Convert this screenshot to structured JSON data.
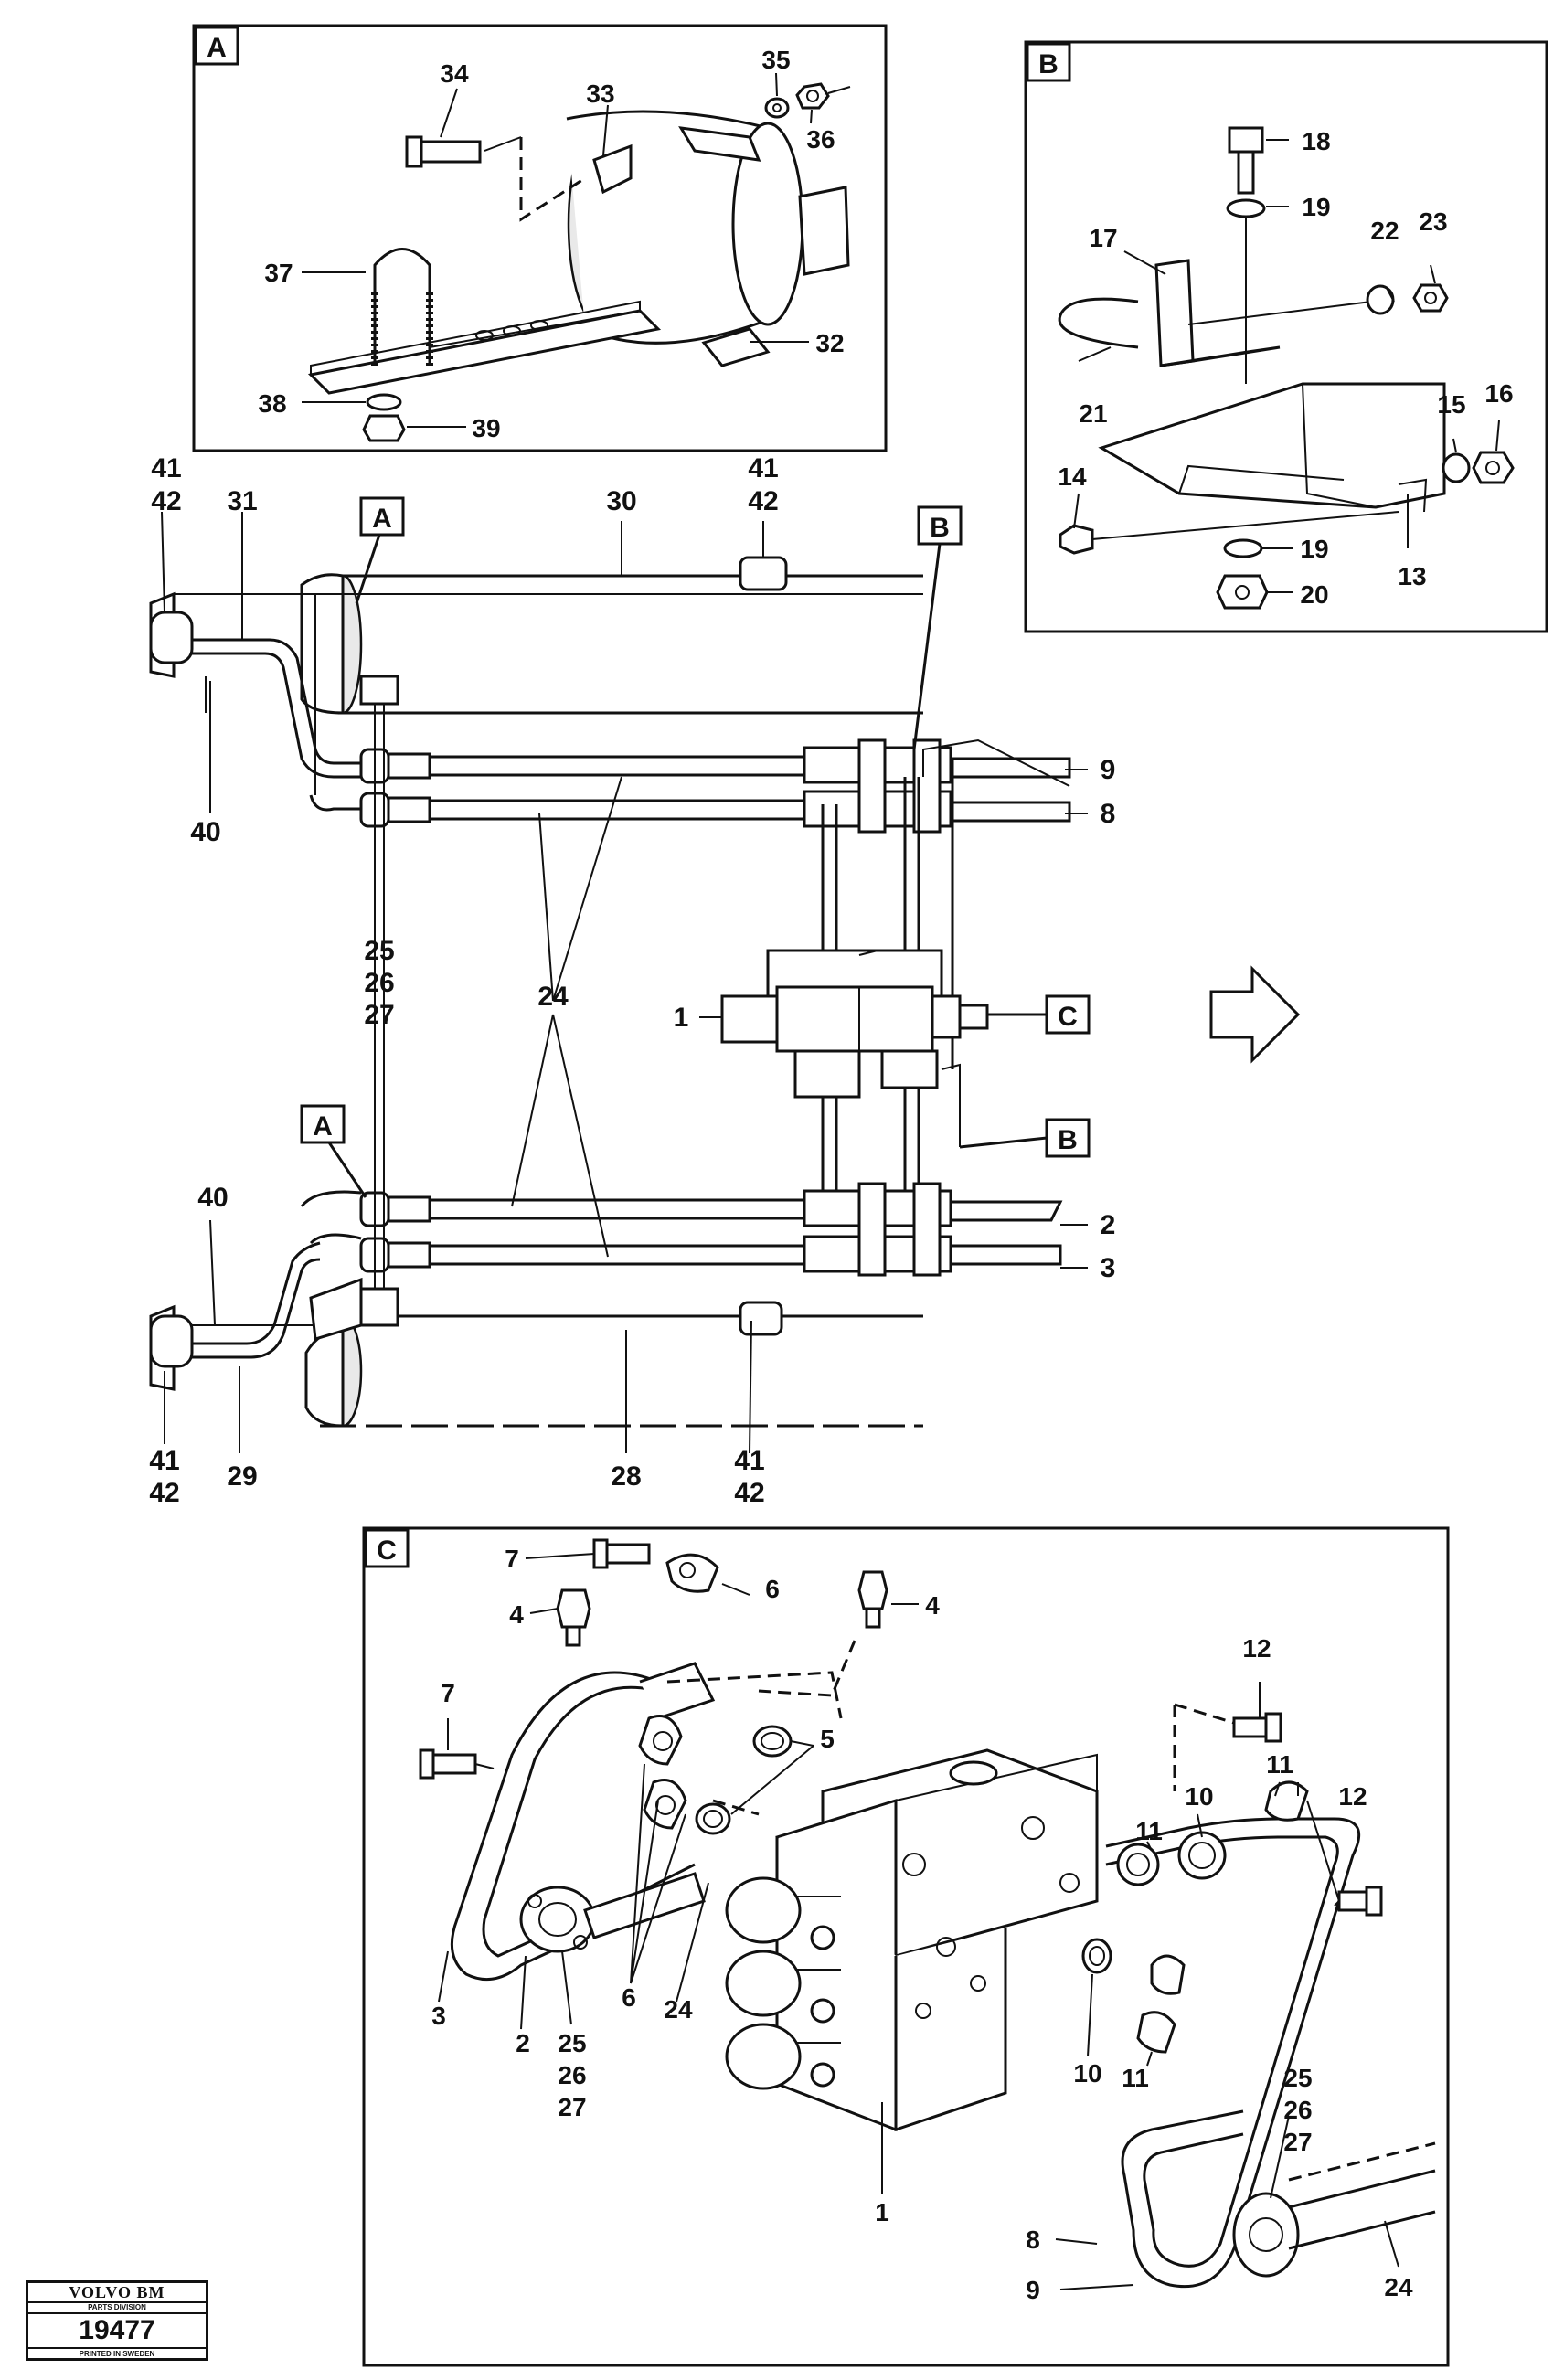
{
  "details": {
    "a": "A",
    "b": "B",
    "c": "C"
  },
  "labels": {
    "n1": "1",
    "n2": "2",
    "n3": "3",
    "n4": "4",
    "n5": "5",
    "n6": "6",
    "n7": "7",
    "n8": "8",
    "n9": "9",
    "n10": "10",
    "n11": "11",
    "n12": "12",
    "n13": "13",
    "n14": "14",
    "n15": "15",
    "n16": "16",
    "n17": "17",
    "n18": "18",
    "n19": "19",
    "n20": "20",
    "n21": "21",
    "n22": "22",
    "n23": "23",
    "n24": "24",
    "n25": "25",
    "n26": "26",
    "n27": "27",
    "n28": "28",
    "n29": "29",
    "n30": "30",
    "n31": "31",
    "n32": "32",
    "n33": "33",
    "n34": "34",
    "n35": "35",
    "n36": "36",
    "n37": "37",
    "n38": "38",
    "n39": "39",
    "n40": "40",
    "n41": "41",
    "n42": "42"
  },
  "logo": {
    "brand": "VOLVO BM",
    "division": "PARTS DIVISION",
    "number": "19477",
    "printed": "PRINTED IN SWEDEN"
  }
}
